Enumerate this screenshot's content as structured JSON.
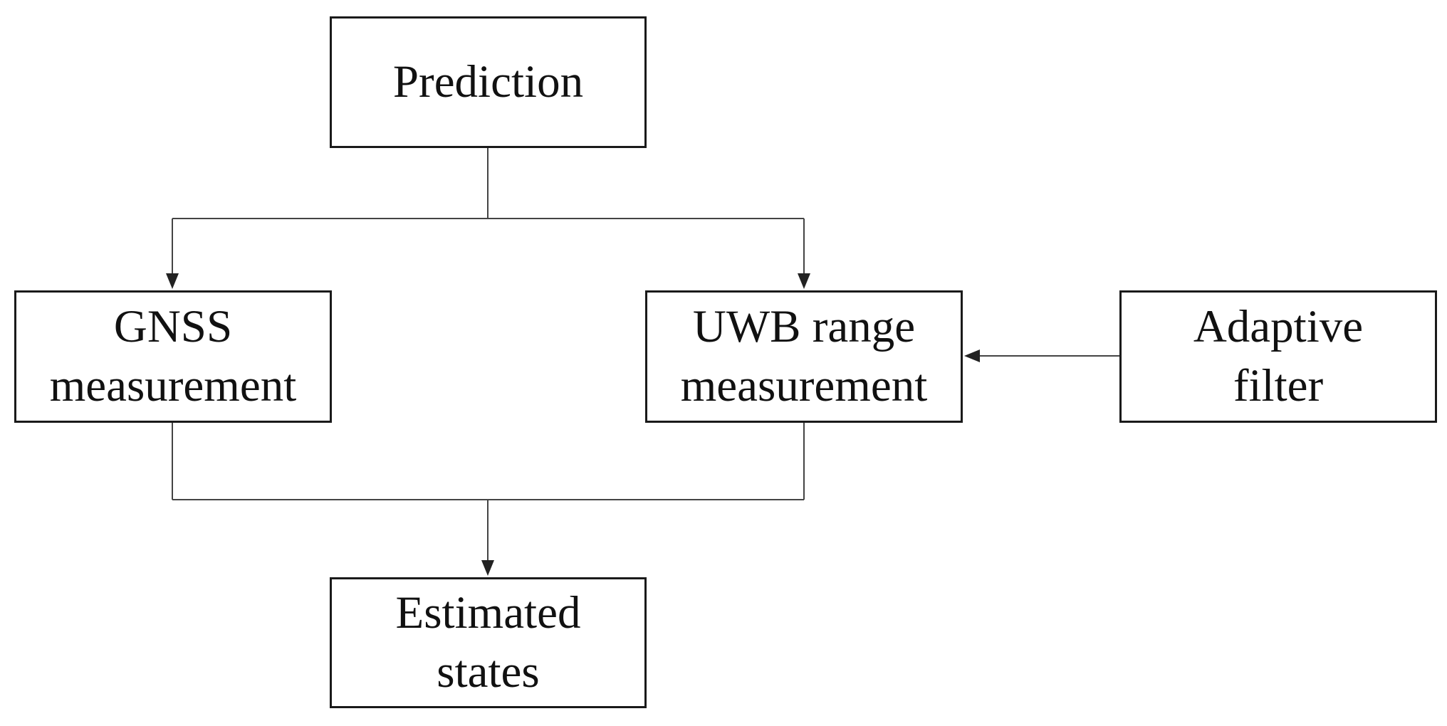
{
  "nodes": {
    "prediction": {
      "lines": [
        "Prediction"
      ]
    },
    "gnss": {
      "lines": [
        "GNSS",
        "measurement"
      ]
    },
    "uwb": {
      "lines": [
        "UWB range",
        "measurement"
      ]
    },
    "adaptive": {
      "lines": [
        "Adaptive",
        "filter"
      ]
    },
    "estimated": {
      "lines": [
        "Estimated",
        "states"
      ]
    }
  },
  "edges": [
    {
      "from": "prediction",
      "to": "gnss"
    },
    {
      "from": "prediction",
      "to": "uwb"
    },
    {
      "from": "adaptive",
      "to": "uwb"
    },
    {
      "from": "gnss",
      "to": "estimated"
    },
    {
      "from": "uwb",
      "to": "estimated"
    }
  ],
  "colors": {
    "line": "#444444",
    "border": "#1a1a1a",
    "text": "#111111"
  }
}
